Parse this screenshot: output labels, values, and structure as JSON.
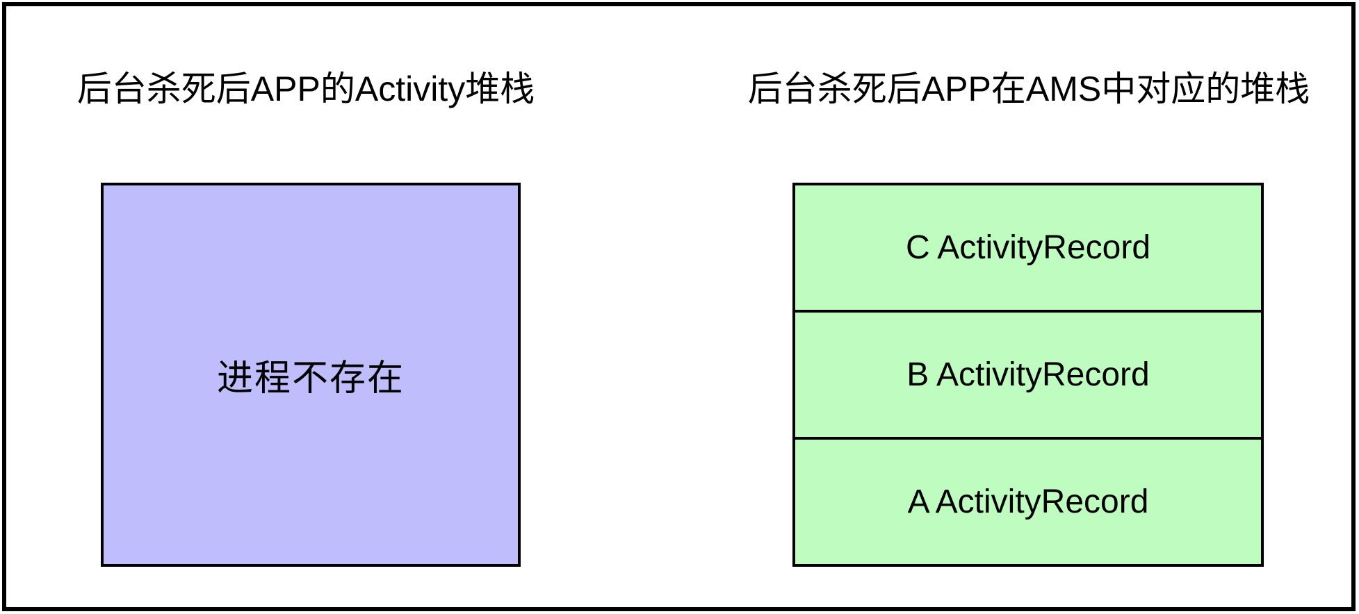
{
  "diagram": {
    "left": {
      "title": "后台杀死后APP的Activity堆栈",
      "box_label": "进程不存在",
      "box_color": "#bfbdfc"
    },
    "right": {
      "title": "后台杀死后APP在AMS中对应的堆栈",
      "stack_color": "#befdbf",
      "stack_items": [
        {
          "label": "C ActivityRecord"
        },
        {
          "label": "B ActivityRecord"
        },
        {
          "label": "A ActivityRecord"
        }
      ]
    },
    "colors": {
      "frame_border": "#000000",
      "background": "#ffffff",
      "text": "#000000"
    }
  }
}
